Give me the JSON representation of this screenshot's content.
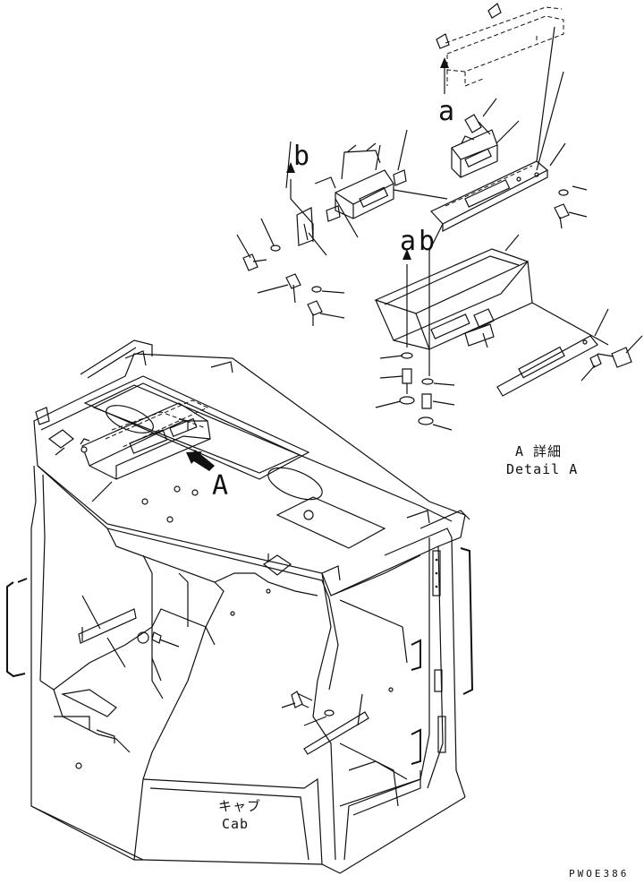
{
  "labels": {
    "view_a": "A",
    "ref_a_top": "a",
    "ref_a_bottom": "a",
    "ref_b_top": "b",
    "ref_b_bottom": "b",
    "detail_jp": "A 詳細",
    "detail_en": "Detail A",
    "cab_jp": "キャブ",
    "cab_en": "Cab",
    "drawing_code": "PWOE386"
  },
  "icons": {
    "view_arrow": "view-direction-arrow-icon",
    "reference_arrow": "reference-up-arrow-icon"
  },
  "colors": {
    "line": "#111111",
    "background": "#ffffff"
  }
}
